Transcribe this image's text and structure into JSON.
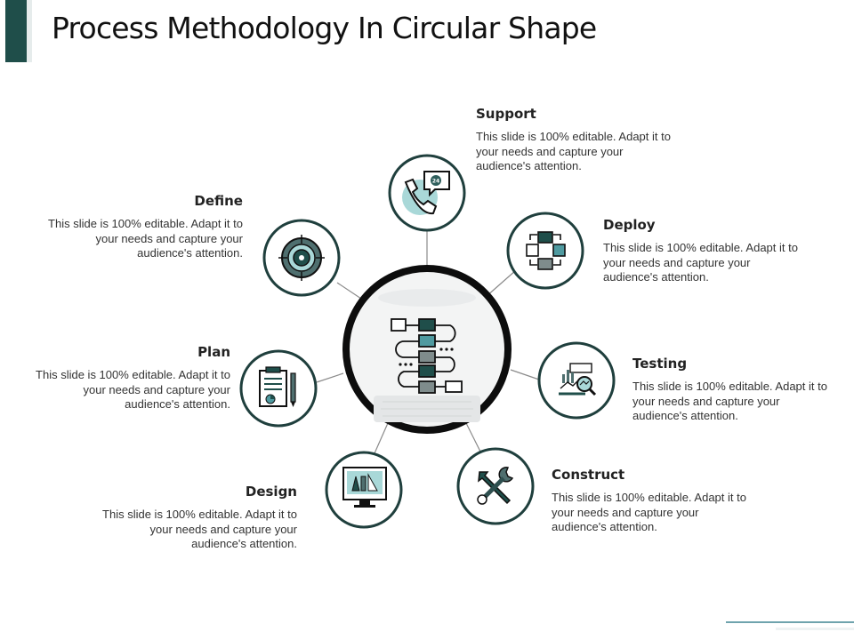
{
  "title": "Process Methodology In Circular Shape",
  "colors": {
    "accent": "#1f4e4a",
    "ring": "#2a3b3b",
    "teal": "#4f8a8b",
    "light_teal": "#a9d8d8"
  },
  "center": {
    "icon": "workflow-flowchart-icon"
  },
  "steps": [
    {
      "id": "support",
      "heading": "Support",
      "text": "This slide is 100% editable. Adapt it to your needs and capture your audience's attention.",
      "icon": "phone-24-support-icon"
    },
    {
      "id": "deploy",
      "heading": "Deploy",
      "text": "This slide is 100% editable. Adapt it to your needs and capture your audience's attention.",
      "icon": "deploy-cycle-icon"
    },
    {
      "id": "testing",
      "heading": "Testing",
      "text": "This slide is 100% editable. Adapt it to your needs and capture your audience's attention.",
      "icon": "chart-magnifier-icon"
    },
    {
      "id": "construct",
      "heading": "Construct",
      "text": "This slide is 100% editable. Adapt it to your needs and capture your audience's attention.",
      "icon": "wrench-screwdriver-icon"
    },
    {
      "id": "design",
      "heading": "Design",
      "text": "This slide is 100% editable. Adapt it to your needs and capture your audience's attention.",
      "icon": "design-monitor-icon"
    },
    {
      "id": "plan",
      "heading": "Plan",
      "text": "This slide is 100% editable. Adapt it to your needs and capture your audience's attention.",
      "icon": "clipboard-plan-icon"
    },
    {
      "id": "define",
      "heading": "Define",
      "text": "This slide is 100% editable. Adapt it to your needs and capture your audience's attention.",
      "icon": "target-icon"
    }
  ]
}
